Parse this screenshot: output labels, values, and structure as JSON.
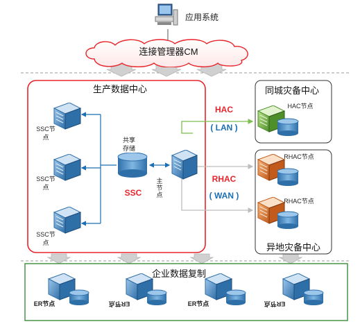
{
  "app_system": {
    "label": "应用系统",
    "icon": "computer-icon"
  },
  "cm_cloud": {
    "label": "连接管理器CM"
  },
  "production_center": {
    "title": "生产数据中心",
    "ssc_nodes": [
      "SSC节点",
      "SSC节点",
      "SSC节点"
    ],
    "shared_storage": "共享存储",
    "ssc_label": "SSC",
    "master_node": "主节点"
  },
  "hac": {
    "name": "HAC",
    "network": "( LAN )",
    "color": "#e8242b",
    "net_color": "#1b6fb5"
  },
  "rhac": {
    "name": "RHAC",
    "network": "( WAN )",
    "color": "#e8242b",
    "net_color": "#1b6fb5"
  },
  "same_city_center": {
    "title": "同城灾备中心",
    "node": "HAC节点"
  },
  "remote_center": {
    "title": "异地灾备中心",
    "nodes": [
      "RHAC节点",
      "RHAC节点"
    ]
  },
  "replication": {
    "title": "企业数据复制",
    "er_nodes": [
      "ER节点",
      "ER节点",
      "ER节点",
      "ER节点"
    ]
  },
  "colors": {
    "production_border": "#e8242b",
    "replication_border": "#3c8d3a",
    "line_blue": "#1b6fb5",
    "line_green": "#7cbf4a",
    "line_gray": "#bdbdbd"
  }
}
